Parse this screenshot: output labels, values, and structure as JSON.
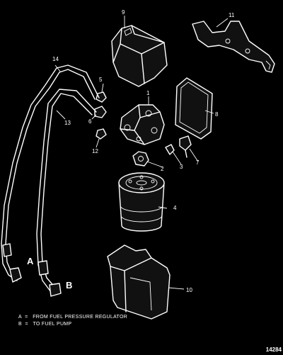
{
  "callouts": {
    "c1": "1",
    "c2": "2",
    "c3": "3",
    "c4": "4",
    "c5": "5",
    "c6": "6",
    "c7": "7",
    "c8": "8",
    "c9": "9",
    "c10": "10",
    "c11": "11",
    "c12": "12",
    "c13": "13",
    "c14": "14"
  },
  "line_labels": {
    "a": "A",
    "b": "B"
  },
  "legend": {
    "line_a": "A  =   FROM FUEL PRESSURE REGULATOR",
    "line_b": "B  =   TO FUEL PUMP"
  },
  "figure_number": "14284"
}
